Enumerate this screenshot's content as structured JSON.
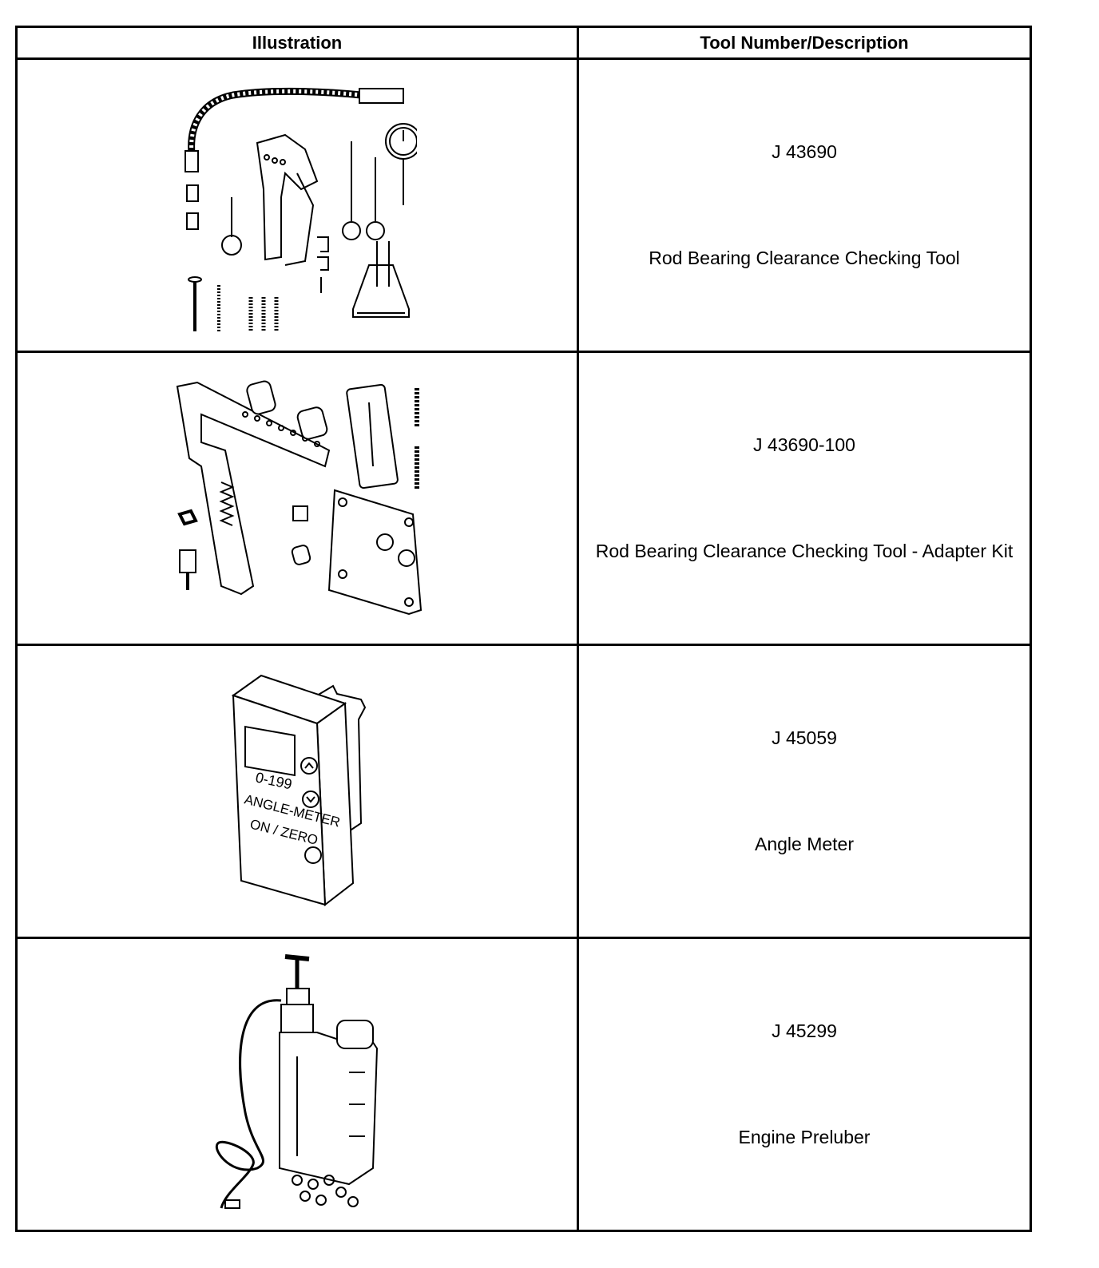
{
  "table": {
    "headers": {
      "illustration": "Illustration",
      "tool": "Tool Number/Description"
    },
    "rows": [
      {
        "tool_number": "J 43690",
        "description": "Rod Bearing Clearance Checking Tool",
        "icon": "rod-bearing-clearance-tool-kit-icon"
      },
      {
        "tool_number": "J 43690-100",
        "description": "Rod Bearing Clearance Checking Tool - Adapter Kit",
        "icon": "adapter-kit-icon"
      },
      {
        "tool_number": "J 45059",
        "description": "Angle Meter",
        "icon": "angle-meter-icon"
      },
      {
        "tool_number": "J 45299",
        "description": "Engine Preluber",
        "icon": "engine-preluber-icon"
      }
    ],
    "angle_meter_labels": {
      "range": "0-199",
      "name": "ANGLE-METER",
      "button": "ON / ZERO"
    }
  }
}
